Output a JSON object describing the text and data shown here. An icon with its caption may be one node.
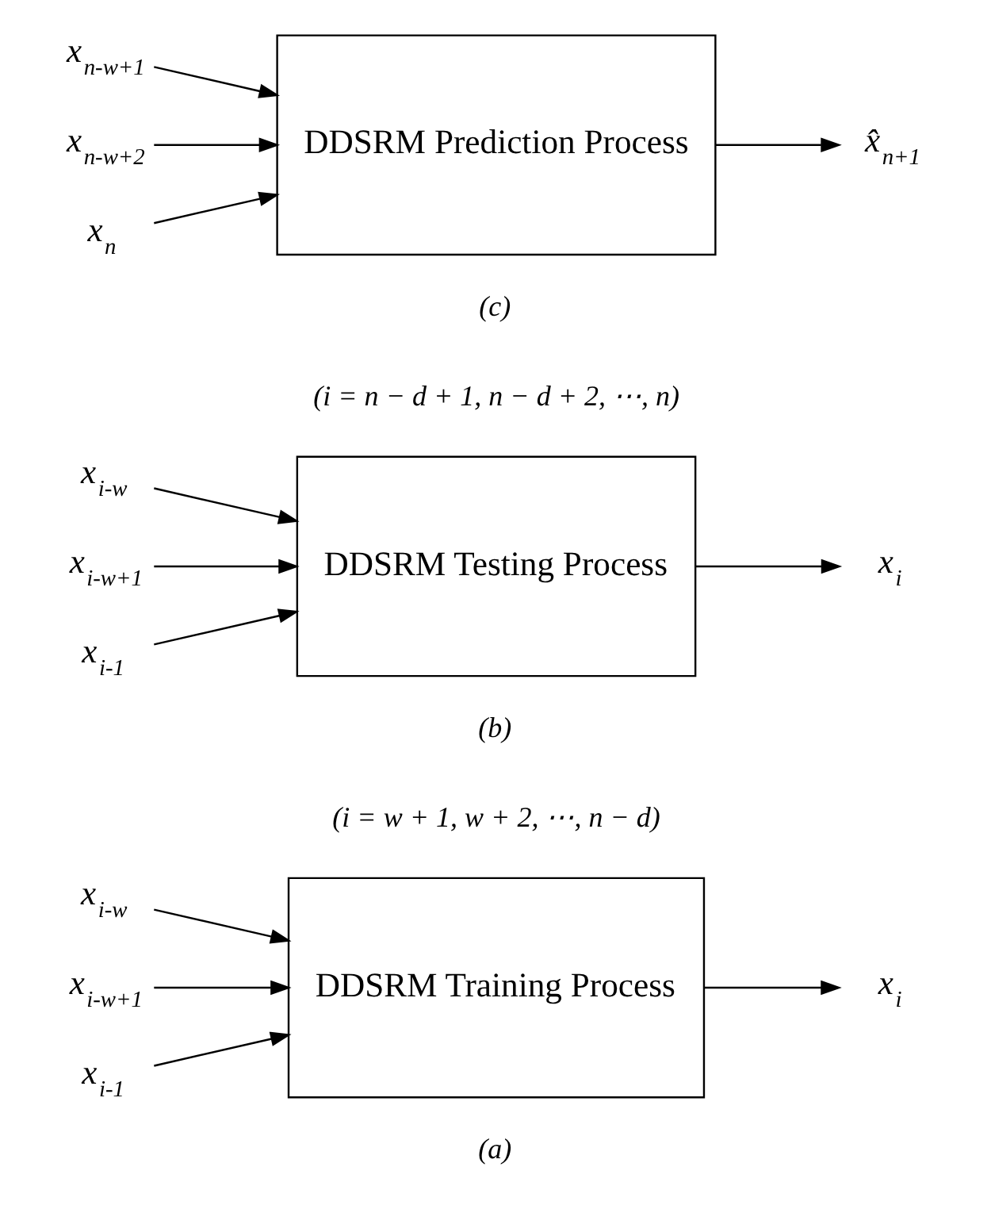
{
  "diagram": {
    "nodes": [
      {
        "text": [
          "x$_{i-w}$"
        ]
      },
      {
        "text": [
          "x$_{i-w+1}$"
        ]
      },
      {
        "text": [
          "x$_{i-1}$"
        ]
      },
      {
        "text": [
          "DDSRM Training Process"
        ],
        "beside": [
          "(i = w + 1, w + 2, ⋯, n − d)"
        ]
      },
      {
        "text": [
          "x$_{i}$"
        ]
      },
      {
        "text": [
          "x$_{i-w}$"
        ]
      },
      {
        "text": [
          "x$_{i-w+1}$"
        ]
      },
      {
        "text": [
          "x$_{i-1}$"
        ]
      },
      {
        "text": [
          "DDSRM Testing Process"
        ],
        "beside": [
          "(i = n − d + 1, n − d + 2, ⋯, n)"
        ]
      },
      {
        "text": [
          "x$_{i}$"
        ]
      },
      {
        "text": [
          "x$_{n-w+1}$"
        ]
      },
      {
        "text": [
          "x$_{n-w+2}$"
        ]
      },
      {
        "text": [
          "x$_{n}$"
        ]
      },
      {
        "text": [
          "DDSRM Prediction Process"
        ]
      },
      {
        "text": [
          "x̂$_{n+1}$"
        ]
      }
    ],
    "edges": [
      {
        "from": 0,
        "to": 3,
        "arrow": "to"
      },
      {
        "from": 1,
        "to": 3,
        "arrow": "to"
      },
      {
        "from": 2,
        "to": 3,
        "arrow": "to"
      },
      {
        "from": 3,
        "to": 4,
        "arrow": "to"
      },
      {
        "from": 5,
        "to": 8,
        "arrow": "to"
      },
      {
        "from": 6,
        "to": 8,
        "arrow": "to"
      },
      {
        "from": 7,
        "to": 8,
        "arrow": "to"
      },
      {
        "from": 8,
        "to": 9,
        "arrow": "to"
      },
      {
        "from": 10,
        "to": 13,
        "arrow": "to"
      },
      {
        "from": 11,
        "to": 13,
        "arrow": "to"
      },
      {
        "from": 12,
        "to": 13,
        "arrow": "to"
      },
      {
        "from": 13,
        "to": 14,
        "arrow": "to"
      }
    ],
    "labels": [
      "(a)",
      "(b)",
      "(c)"
    ]
  }
}
